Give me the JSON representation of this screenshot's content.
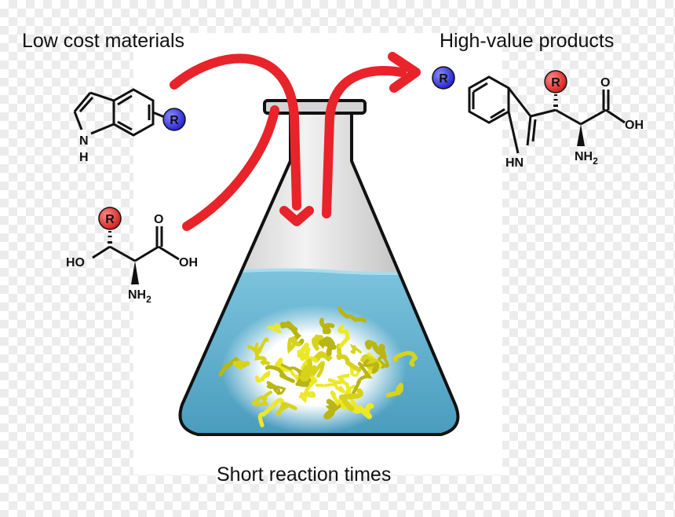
{
  "captions": {
    "left": "Low cost materials",
    "right": "High-value products",
    "bottom": "Short reaction times"
  },
  "indole": {
    "nh_n": "N",
    "nh_h": "H",
    "substituent": "R"
  },
  "threonine": {
    "substituent": "R",
    "hydroxyl": "HO",
    "acid_oh": "OH",
    "carbonyl_o": "O",
    "amine": "NH",
    "amine_sub": "2"
  },
  "product": {
    "ring_sub": "R",
    "beta_sub": "R",
    "indole_nh": "HN",
    "acid_oh": "OH",
    "carbonyl_o": "O",
    "amine": "NH",
    "amine_sub": "2"
  },
  "colors": {
    "arrow": "#e8232a",
    "liquid": "#5fb4d2",
    "glass": "#cfcfd1",
    "r_blue": "#3434e6",
    "r_red": "#e8232a",
    "enzyme": "#e6e21e"
  },
  "icons": {
    "flask": "erlenmeyer-flask-icon",
    "enzyme": "protein-ribbon-icon"
  }
}
